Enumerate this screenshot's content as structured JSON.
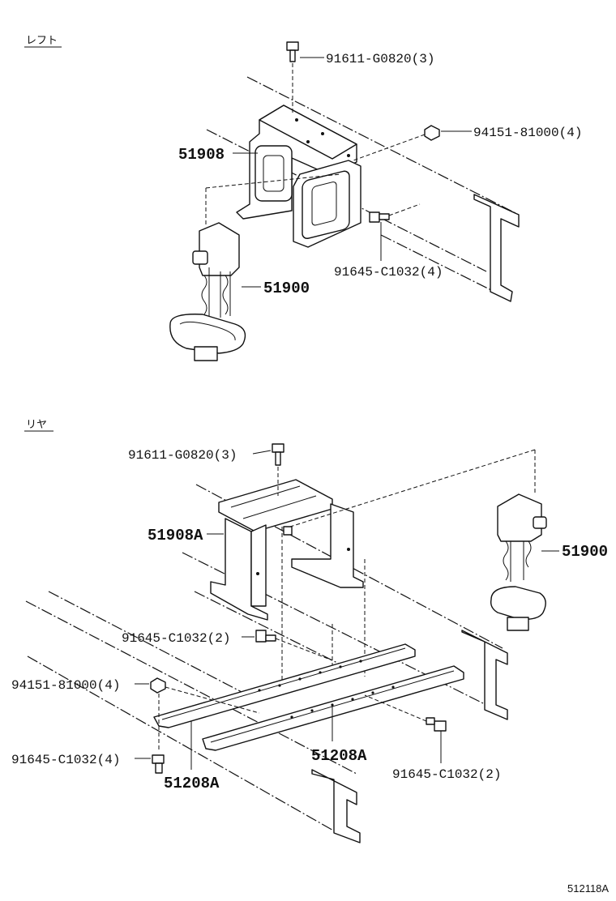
{
  "sections": {
    "left": "レフト",
    "rear": "リヤ"
  },
  "left_labels": {
    "bolt_top": "91611-G0820(3)",
    "nut": "94151-81000(4)",
    "bracket": "51908",
    "carrier": "51900",
    "bolt_side": "91645-C1032(4)"
  },
  "rear_labels": {
    "bolt_top": "91611-G0820(3)",
    "bracket": "51908A",
    "carrier": "51900",
    "bolt_a": "91645-C1032(2)",
    "nut": "94151-81000(4)",
    "bolt_b": "91645-C1032(4)",
    "rail_a": "51208A",
    "rail_b": "51208A",
    "bolt_c": "91645-C1032(2)"
  },
  "footer": {
    "code": "512118A"
  }
}
